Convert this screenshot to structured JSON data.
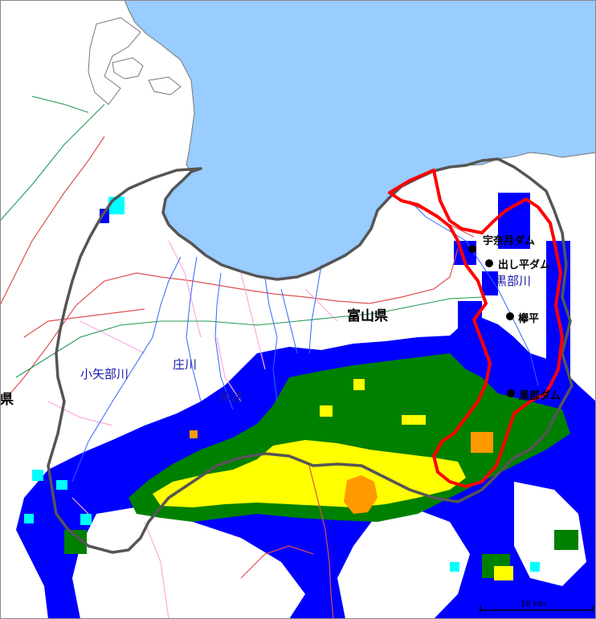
{
  "map": {
    "colors": {
      "sea": "#99ccff",
      "land": "#ffffff",
      "prefecture_border": "#555555",
      "basin_outline": "#ff0000",
      "river": "#3366ff",
      "road_national": "#e05050",
      "road_pink": "#ffaadd",
      "rail": "#229955",
      "precip_cyan": "#00ffff",
      "precip_blue": "#0000ff",
      "precip_green": "#008000",
      "precip_yellow": "#ffff00",
      "precip_orange": "#ff9900"
    },
    "labels": {
      "prefecture": "富山県",
      "river_oyabe": "小矢部川",
      "river_sho": "庄川",
      "river_jinzu": "神通",
      "river_kurobe": "黒部川",
      "edge_char": "県"
    },
    "dams": [
      {
        "name": "宇奈月ダム"
      },
      {
        "name": "出し平ダム"
      },
      {
        "name": "欅平"
      },
      {
        "name": "黒部ダム"
      }
    ],
    "scale": {
      "label": "10 km"
    }
  }
}
